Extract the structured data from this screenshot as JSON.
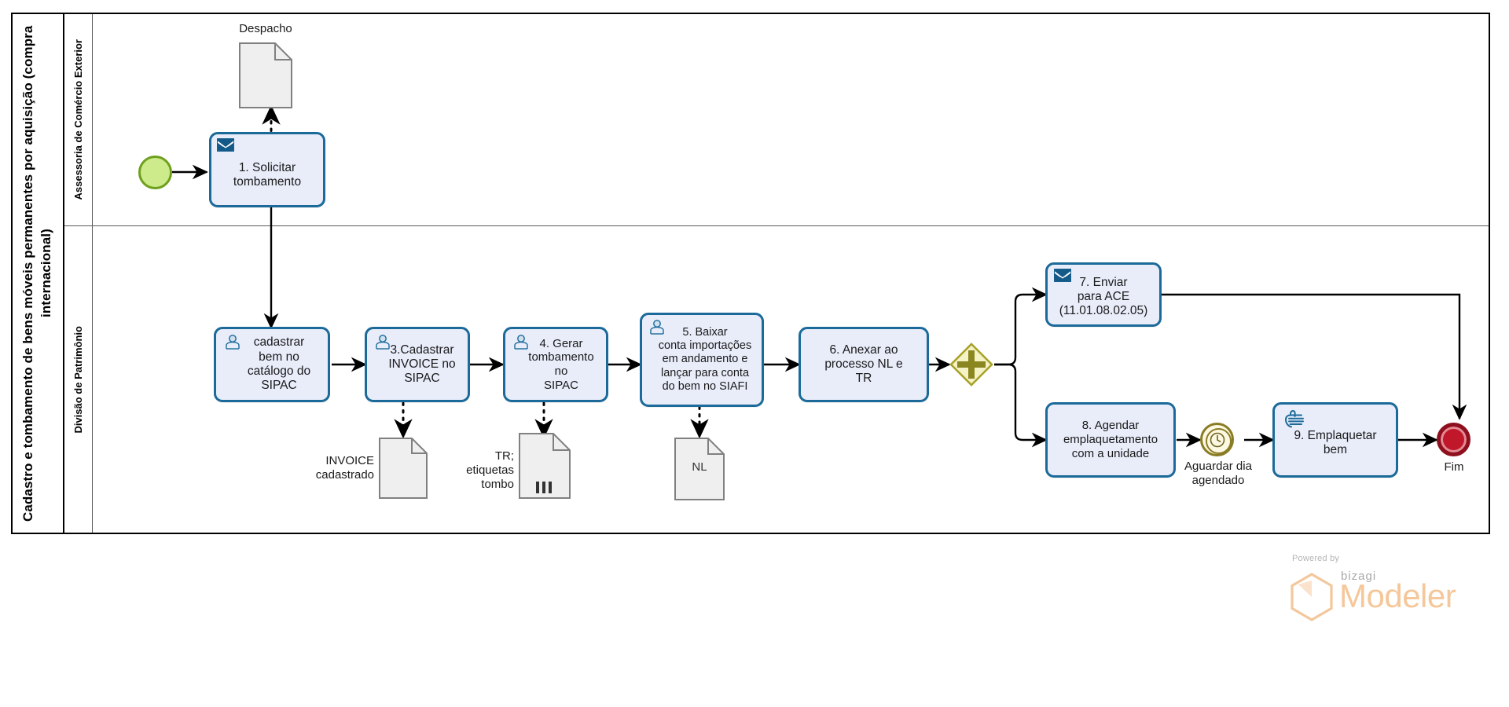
{
  "pool": {
    "title": "Cadastro e tombamento de bens móveis permanentes por aquisição (compra internacional)",
    "lanes": [
      {
        "id": "lane-ace",
        "label": "Assessoria de Comércio Exterior"
      },
      {
        "id": "lane-patrimonio",
        "label": "Divisão de Patrimônio"
      }
    ]
  },
  "events": {
    "start": {
      "name": "start-event",
      "label": ""
    },
    "timer": {
      "name": "timer-event",
      "label": "Aguardar dia\nagendado"
    },
    "end": {
      "name": "end-event",
      "label": "Fim"
    }
  },
  "gateway": {
    "name": "parallel-gateway",
    "type": "parallel",
    "symbol": "+"
  },
  "tasks": [
    {
      "id": "t1",
      "label": "1. Solicitar\ntombamento",
      "icon": "envelope-icon",
      "type": "send"
    },
    {
      "id": "t2",
      "label": "cadastrar\nbem no\ncatálogo do\nSIPAC",
      "icon": "user-icon",
      "type": "user"
    },
    {
      "id": "t3",
      "label": "3.Cadastrar\nINVOICE no\nSIPAC",
      "icon": "user-icon",
      "type": "user"
    },
    {
      "id": "t4",
      "label": "4. Gerar\ntombamento no\nSIPAC",
      "icon": "user-icon",
      "type": "user"
    },
    {
      "id": "t5",
      "label": "5. Baixar\nconta importações\nem andamento e\nlançar para conta\ndo bem no SIAFI",
      "icon": "user-icon",
      "type": "user"
    },
    {
      "id": "t6",
      "label": "6. Anexar ao\nprocesso NL e\nTR",
      "icon": "none",
      "type": "abstract"
    },
    {
      "id": "t7",
      "label": "7. Enviar\npara ACE\n(11.01.08.02.05)",
      "icon": "envelope-icon",
      "type": "send"
    },
    {
      "id": "t8",
      "label": "8. Agendar\nemplaquetamento\ncom a unidade",
      "icon": "none",
      "type": "abstract"
    },
    {
      "id": "t9",
      "label": "9. Emplaquetar\nbem",
      "icon": "hand-icon",
      "type": "manual"
    }
  ],
  "data_objects": [
    {
      "id": "d1",
      "label": "Despacho",
      "label_pos": "above",
      "multi_instance": false
    },
    {
      "id": "d2",
      "label": "INVOICE\ncadastrado",
      "label_pos": "left",
      "multi_instance": false
    },
    {
      "id": "d3",
      "label": "TR;\netiquetas\ntombo",
      "label_pos": "left",
      "multi_instance": true
    },
    {
      "id": "d4",
      "label": "NL",
      "label_pos": "inside",
      "multi_instance": false
    }
  ],
  "watermark": {
    "powered_by": "Powered by",
    "brand": "bizagi",
    "product": "Modeler"
  },
  "colors": {
    "task_fill": "#e9edfa",
    "task_stroke": "#1b6a99",
    "start_fill": "#cdeb8b",
    "start_stroke": "#6ea01e",
    "end_fill": "#c0172a",
    "gateway_fill": "#f5f3c6",
    "gateway_stroke": "#a8a22a",
    "timer_stroke": "#8a7c24",
    "data_fill": "#efefef",
    "data_stroke": "#808080"
  }
}
